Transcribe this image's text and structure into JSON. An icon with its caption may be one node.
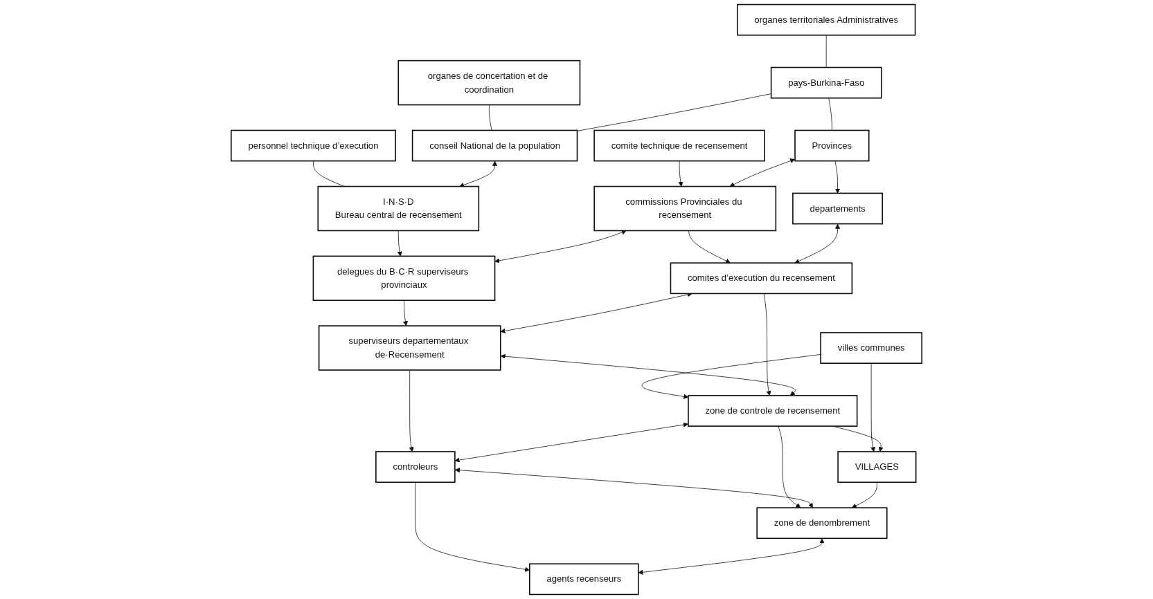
{
  "diagram": {
    "nodes": [
      {
        "text": [
          "organes territoriales Administratives"
        ]
      },
      {
        "text": [
          "organes de concertation et de coordination"
        ]
      },
      {
        "text": [
          "personnel technique d’execution"
        ]
      },
      {
        "text": [
          "pays-Burkina-Faso"
        ]
      },
      {
        "text": [
          "conseil National de la population"
        ]
      },
      {
        "text": [
          "comite technique de recensement"
        ]
      },
      {
        "text": [
          "I·N·S·D",
          "Bureau central de recensement"
        ]
      },
      {
        "text": [
          "Provinces"
        ]
      },
      {
        "text": [
          "commissions Provinciales du recensement"
        ]
      },
      {
        "text": [
          "delegues du B·C·R superviseurs provinciaux"
        ]
      },
      {
        "text": [
          "departements"
        ]
      },
      {
        "text": [
          "villes communes"
        ]
      },
      {
        "text": [
          "comites d’execution du recensement"
        ]
      },
      {
        "text": [
          "superviseurs departementaux de·Recensement"
        ]
      },
      {
        "text": [
          "zone de controle de recensement"
        ]
      },
      {
        "text": [
          "controleurs"
        ]
      },
      {
        "text": [
          "VILLAGES"
        ]
      },
      {
        "text": [
          "agents recenseurs"
        ]
      },
      {
        "text": [
          "zone de denombrement"
        ]
      }
    ],
    "edges": [
      {
        "from": 0,
        "to": 3,
        "arrow": "none"
      },
      {
        "from": 1,
        "to": 4,
        "arrow": "none"
      },
      {
        "from": 2,
        "to": 6,
        "arrow": "none"
      },
      {
        "from": 3,
        "to": 4,
        "arrow": "none"
      },
      {
        "from": 4,
        "to": 6,
        "arrow": "both"
      },
      {
        "from": 3,
        "to": 7,
        "arrow": "none"
      },
      {
        "from": 5,
        "to": 8,
        "arrow": "to"
      },
      {
        "from": 6,
        "to": 9,
        "arrow": "to"
      },
      {
        "from": 7,
        "to": 8,
        "arrow": "both"
      },
      {
        "from": 8,
        "to": 9,
        "arrow": "both"
      },
      {
        "from": 7,
        "to": 10,
        "arrow": "to"
      },
      {
        "from": 8,
        "to": 12,
        "arrow": "to"
      },
      {
        "from": 9,
        "to": 13,
        "arrow": "to"
      },
      {
        "from": 10,
        "to": 12,
        "arrow": "both"
      },
      {
        "from": 12,
        "to": 13,
        "arrow": "both"
      },
      {
        "from": 11,
        "to": 14,
        "arrow": "to"
      },
      {
        "from": 12,
        "to": 14,
        "arrow": "to"
      },
      {
        "from": 13,
        "to": 14,
        "arrow": "both"
      },
      {
        "from": 13,
        "to": 15,
        "arrow": "to"
      },
      {
        "from": 14,
        "to": 15,
        "arrow": "both"
      },
      {
        "from": 11,
        "to": 16,
        "arrow": "to"
      },
      {
        "from": 14,
        "to": 16,
        "arrow": "to"
      },
      {
        "from": 14,
        "to": 18,
        "arrow": "to"
      },
      {
        "from": 15,
        "to": 17,
        "arrow": "to"
      },
      {
        "from": 15,
        "to": 18,
        "arrow": "both"
      },
      {
        "from": 16,
        "to": 18,
        "arrow": "to"
      },
      {
        "from": 18,
        "to": 17,
        "arrow": "both"
      }
    ]
  }
}
